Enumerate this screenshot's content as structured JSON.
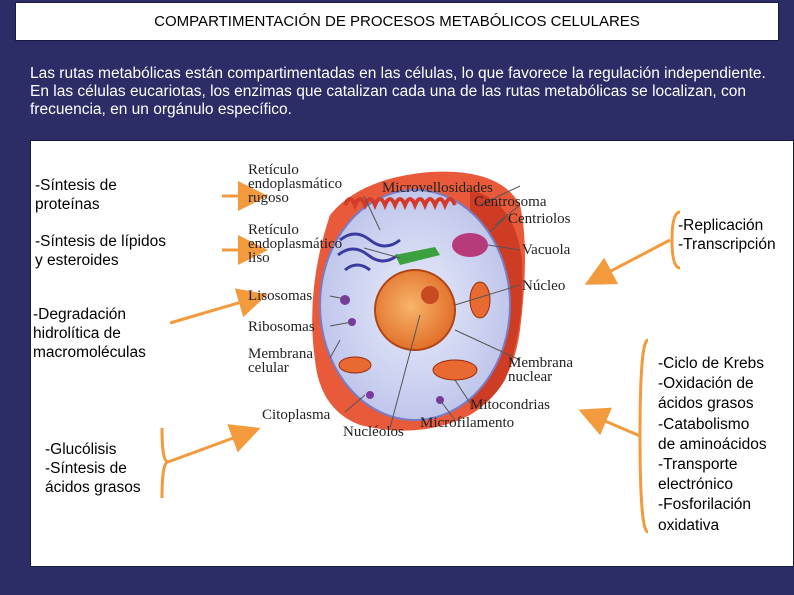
{
  "title": "COMPARTIMENTACIÓN DE PROCESOS METABÓLICOS CELULARES",
  "intro": "Las rutas metabólicas están compartimentadas en las células, lo que favorece la regulación independiente. En las células eucariotas, los enzimas que catalizan cada una de las rutas metabólicas se localizan, con frecuencia, en un orgánulo específico.",
  "left_labels": {
    "proteinas": "-Síntesis de\nproteínas",
    "lipidos": "-Síntesis de lípidos\ny esteroides",
    "degradacion": "-Degradación\nhidrolítica de\nmacromoléculas",
    "glucolisis": "-Glucólisis\n-Síntesis de\nácidos grasos"
  },
  "right_labels": {
    "replicacion": "-Replicación\n-Transcripción",
    "krebs": "-Ciclo de Krebs\n-Oxidación de\nácidos grasos\n-Catabolismo\nde aminoácidos\n-Transporte\nelectrónico\n-Fosforilación\noxidativa"
  },
  "cell_labels": {
    "rer": "Retículo\nendoplasmático\nrugoso",
    "ser": "Retículo\nendoplasmático\nliso",
    "lisosomas": "Lisosomas",
    "ribosomas": "Ribosomas",
    "membrana": "Membrana\ncelular",
    "citoplasma": "Citoplasma",
    "nucleolos": "Nucléolos",
    "microfilamento": "Microfilamento",
    "mitocondrias": "Mitocondrias",
    "membrana_nuclear": "Membrana\nnuclear",
    "nucleo": "Núcleo",
    "vacuola": "Vacuola",
    "centriolos": "Centriolos",
    "centrosoma": "Centrosoma",
    "microvellosidades": "Microvellosidades"
  },
  "colors": {
    "background": "#2c2c66",
    "arrow": "#f29a3c",
    "cell_fill": "#d6dcf5",
    "cell_border": "#d43a2a",
    "nucleus": "#f08a3c"
  }
}
